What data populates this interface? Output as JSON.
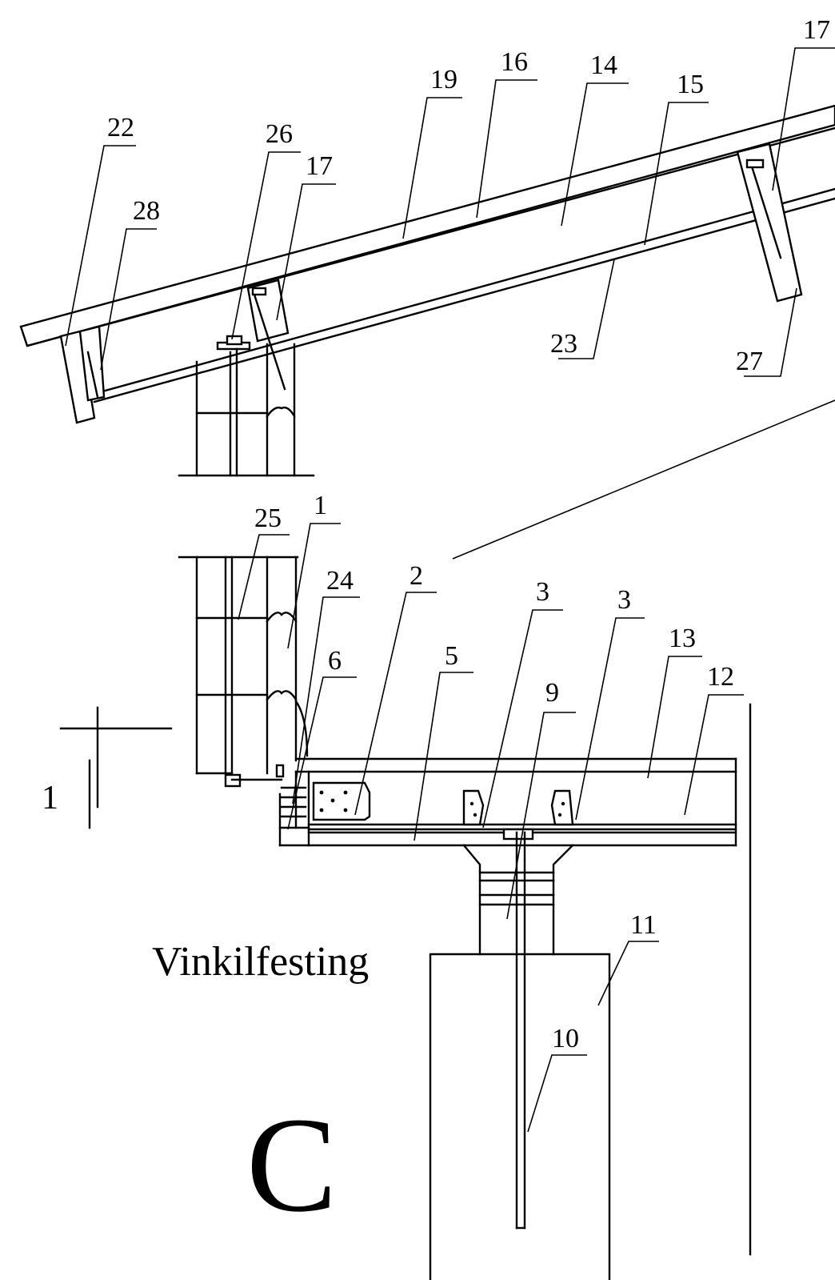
{
  "caption": "Vinkilfesting",
  "view_letter": "C",
  "section_marker": "1",
  "labels": {
    "l1": "1",
    "l2": "2",
    "l3a": "3",
    "l3b": "3",
    "l5": "5",
    "l6": "6",
    "l9": "9",
    "l10": "10",
    "l11": "11",
    "l12": "12",
    "l13": "13",
    "l14": "14",
    "l15": "15",
    "l16": "16",
    "l17a": "17",
    "l17b": "17",
    "l19": "19",
    "l22": "22",
    "l23": "23",
    "l24": "24",
    "l25": "25",
    "l26": "26",
    "l27": "27",
    "l28": "28"
  }
}
